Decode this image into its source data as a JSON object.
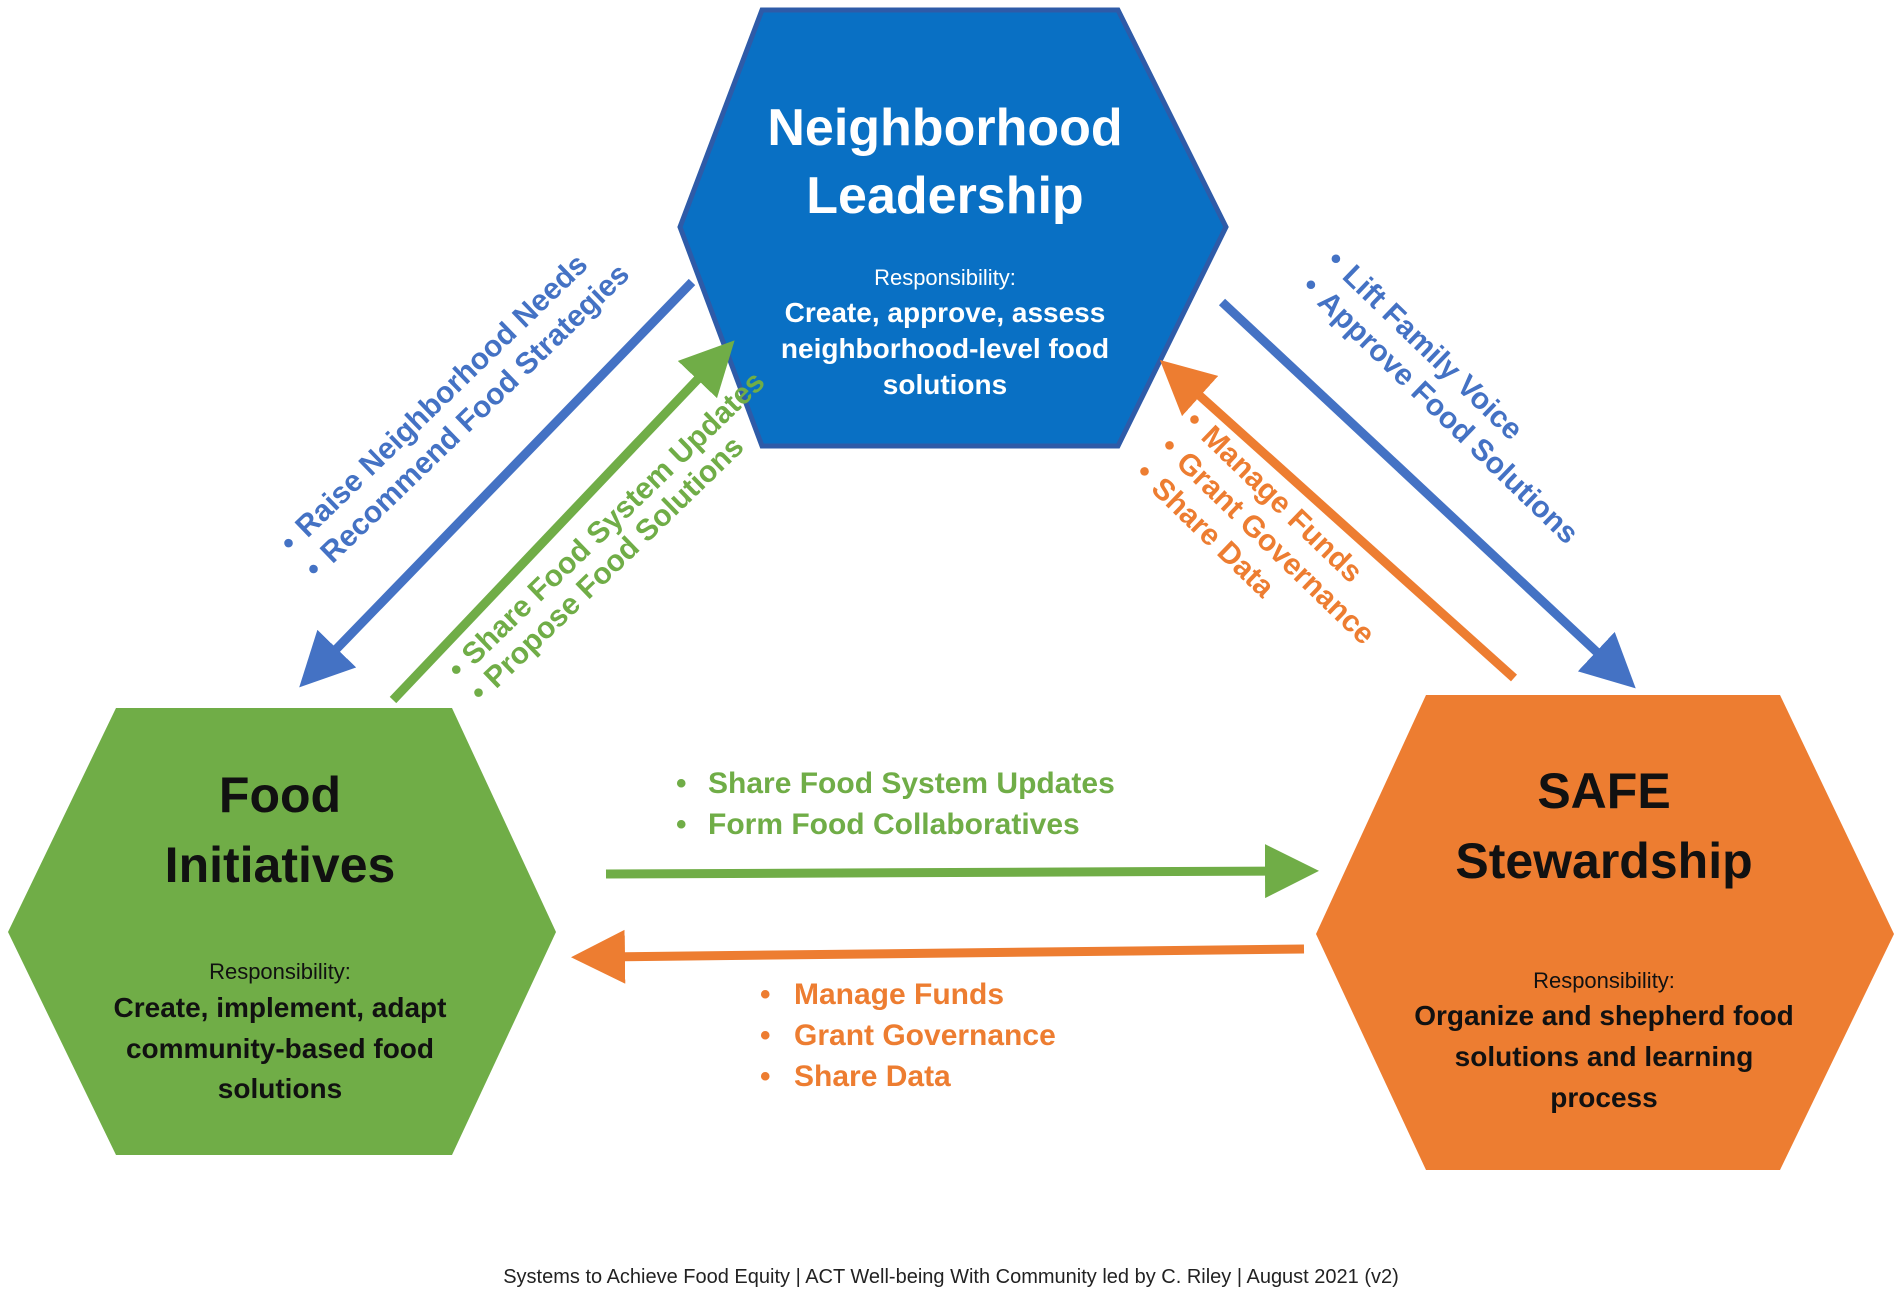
{
  "colors": {
    "blue": "#0970C4",
    "blue_arrow": "#4472C4",
    "green": "#70AD47",
    "orange": "#ED7D31",
    "text_dark": "#111111",
    "text_white": "#ffffff"
  },
  "nodes": {
    "leadership": {
      "title_line1": "Neighborhood",
      "title_line2": "Leadership",
      "resp_label": "Responsibility:",
      "resp_line1": "Create, approve, assess",
      "resp_line2": "neighborhood-level food",
      "resp_line3": "solutions"
    },
    "initiatives": {
      "title_line1": "Food",
      "title_line2": "Initiatives",
      "resp_label": "Responsibility:",
      "resp_line1": "Create, implement, adapt",
      "resp_line2": "community-based food",
      "resp_line3": "solutions"
    },
    "stewardship": {
      "title_line1": "SAFE",
      "title_line2": "Stewardship",
      "resp_label": "Responsibility:",
      "resp_line1": "Organize and shepherd food",
      "resp_line2": "solutions and learning",
      "resp_line3": "process"
    }
  },
  "flows": {
    "leadership_to_initiatives": [
      "Raise Neighborhood Needs",
      "Recommend Food Strategies"
    ],
    "initiatives_to_leadership": [
      "Share Food System Updates",
      "Propose Food Solutions"
    ],
    "leadership_to_stewardship": [
      "Lift Family Voice",
      "Approve Food Solutions"
    ],
    "stewardship_to_leadership": [
      "Manage Funds",
      "Grant Governance",
      "Share Data"
    ],
    "initiatives_to_stewardship": [
      "Share Food System Updates",
      "Form Food Collaboratives"
    ],
    "stewardship_to_initiatives": [
      "Manage Funds",
      "Grant Governance",
      "Share Data"
    ]
  },
  "footer": "Systems to Achieve Food Equity | ACT Well-being With Community led by C. Riley | August 2021 (v2)"
}
